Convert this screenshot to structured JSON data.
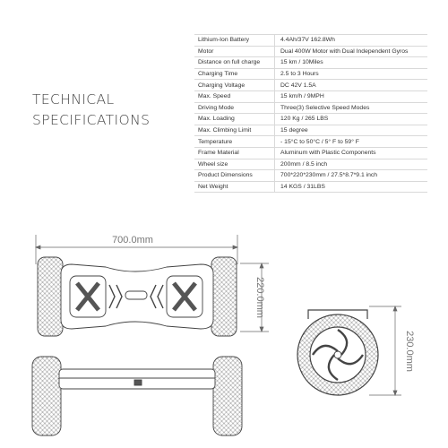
{
  "heading": {
    "line1": "TECHNICAL",
    "line2": "SPECIFICATIONS"
  },
  "specs": [
    {
      "label": "Lithium-Ion Battery",
      "value": "4.4Ah/37V 162.8Wh"
    },
    {
      "label": "Motor",
      "value": "Dual 400W Motor with Dual Independent Gyros"
    },
    {
      "label": "Distance on full charge",
      "value": "15 km / 10Miles"
    },
    {
      "label": "Charging Time",
      "value": "2.5 to 3 Hours"
    },
    {
      "label": "Charging Voltage",
      "value": "DC 42V 1.5A"
    },
    {
      "label": "Max. Speed",
      "value": "15 km/h / 9MPH"
    },
    {
      "label": "Driving Mode",
      "value": "Three(3) Selective Speed Modes"
    },
    {
      "label": "Max. Loading",
      "value": "120 Kg / 265 LBS"
    },
    {
      "label": "Max. Climbing Limit",
      "value": "15 degree"
    },
    {
      "label": "Temperature",
      "value": "- 15°C to 50°C / 5° F to 59° F"
    },
    {
      "label": "Frame Material",
      "value": "Aluminum with Plastic Components"
    },
    {
      "label": "Wheel size",
      "value": "200mm / 8.5 inch"
    },
    {
      "label": "Product Dimensions",
      "value": "700*220*230mm / 27.5*8.7*9.1 inch"
    },
    {
      "label": "Net Weight",
      "value": "14 KGS / 31LBS"
    }
  ],
  "dimensions": {
    "length": "700.0mm",
    "width": "220.0mm",
    "wheel_height": "230.0mm"
  }
}
